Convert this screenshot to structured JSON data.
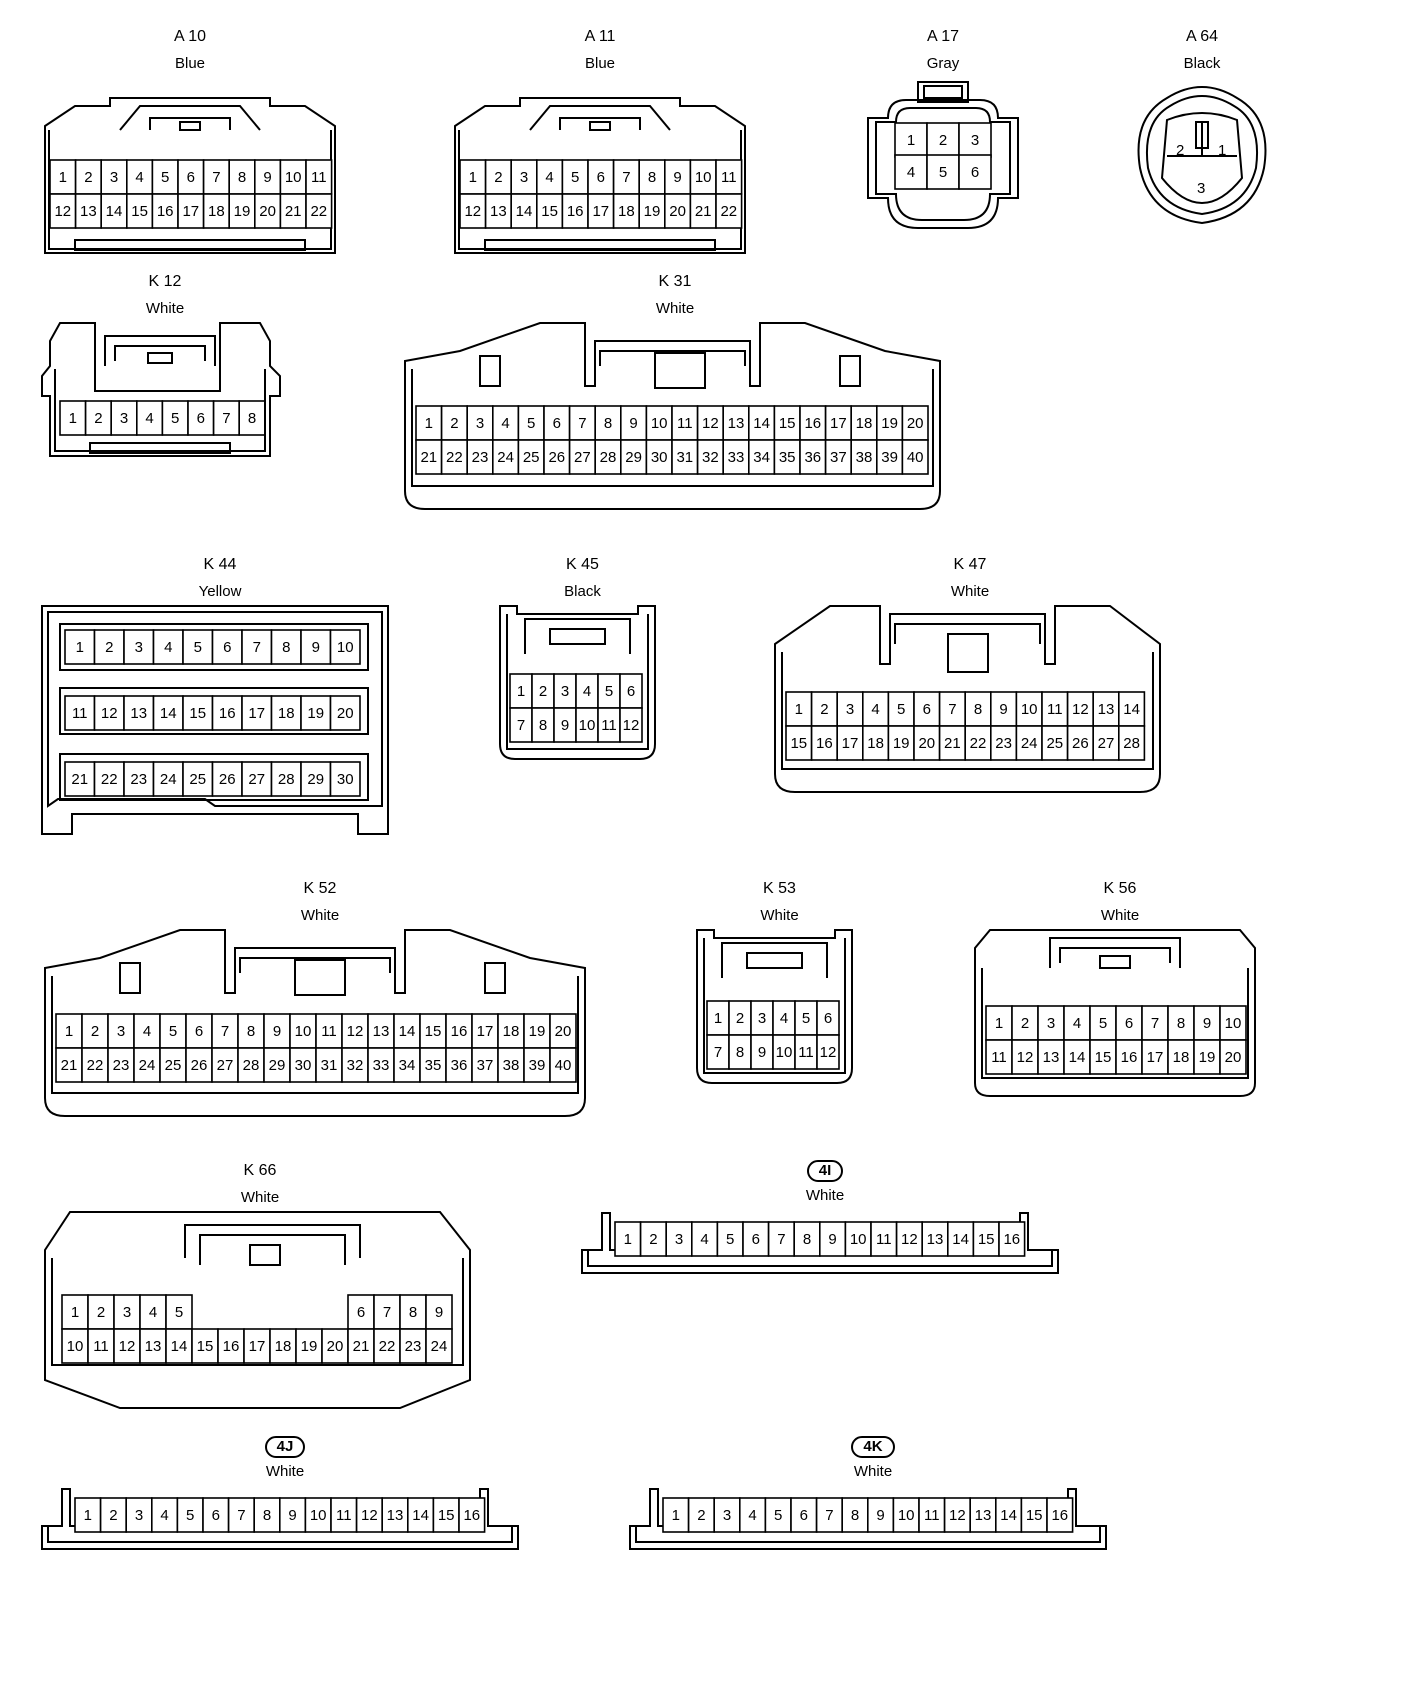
{
  "connectors": [
    {
      "id": "A 10",
      "color": "Blue",
      "rows": [
        [
          "1",
          "2",
          "3",
          "4",
          "5",
          "6",
          "7",
          "8",
          "9",
          "10",
          "11"
        ],
        [
          "12",
          "13",
          "14",
          "15",
          "16",
          "17",
          "18",
          "19",
          "20",
          "21",
          "22"
        ]
      ]
    },
    {
      "id": "A 11",
      "color": "Blue",
      "rows": [
        [
          "1",
          "2",
          "3",
          "4",
          "5",
          "6",
          "7",
          "8",
          "9",
          "10",
          "11"
        ],
        [
          "12",
          "13",
          "14",
          "15",
          "16",
          "17",
          "18",
          "19",
          "20",
          "21",
          "22"
        ]
      ]
    },
    {
      "id": "A 17",
      "color": "Gray",
      "rows": [
        [
          "1",
          "2",
          "3"
        ],
        [
          "4",
          "5",
          "6"
        ]
      ]
    },
    {
      "id": "A 64",
      "color": "Black",
      "rows": [
        [
          "2",
          "1"
        ],
        [
          "3"
        ]
      ]
    },
    {
      "id": "K 12",
      "color": "White",
      "rows": [
        [
          "1",
          "2",
          "3",
          "4",
          "5",
          "6",
          "7",
          "8"
        ]
      ]
    },
    {
      "id": "K 31",
      "color": "White",
      "rows": [
        [
          "1",
          "2",
          "3",
          "4",
          "5",
          "6",
          "7",
          "8",
          "9",
          "10",
          "11",
          "12",
          "13",
          "14",
          "15",
          "16",
          "17",
          "18",
          "19",
          "20"
        ],
        [
          "21",
          "22",
          "23",
          "24",
          "25",
          "26",
          "27",
          "28",
          "29",
          "30",
          "31",
          "32",
          "33",
          "34",
          "35",
          "36",
          "37",
          "38",
          "39",
          "40"
        ]
      ]
    },
    {
      "id": "K 44",
      "color": "Yellow",
      "rows": [
        [
          "1",
          "2",
          "3",
          "4",
          "5",
          "6",
          "7",
          "8",
          "9",
          "10"
        ],
        [
          "11",
          "12",
          "13",
          "14",
          "15",
          "16",
          "17",
          "18",
          "19",
          "20"
        ],
        [
          "21",
          "22",
          "23",
          "24",
          "25",
          "26",
          "27",
          "28",
          "29",
          "30"
        ]
      ]
    },
    {
      "id": "K 45",
      "color": "Black",
      "rows": [
        [
          "1",
          "2",
          "3",
          "4",
          "5",
          "6"
        ],
        [
          "7",
          "8",
          "9",
          "10",
          "11",
          "12"
        ]
      ]
    },
    {
      "id": "K 47",
      "color": "White",
      "rows": [
        [
          "1",
          "2",
          "3",
          "4",
          "5",
          "6",
          "7",
          "8",
          "9",
          "10",
          "11",
          "12",
          "13",
          "14"
        ],
        [
          "15",
          "16",
          "17",
          "18",
          "19",
          "20",
          "21",
          "22",
          "23",
          "24",
          "25",
          "26",
          "27",
          "28"
        ]
      ]
    },
    {
      "id": "K 52",
      "color": "White",
      "rows": [
        [
          "1",
          "2",
          "3",
          "4",
          "5",
          "6",
          "7",
          "8",
          "9",
          "10",
          "11",
          "12",
          "13",
          "14",
          "15",
          "16",
          "17",
          "18",
          "19",
          "20"
        ],
        [
          "21",
          "22",
          "23",
          "24",
          "25",
          "26",
          "27",
          "28",
          "29",
          "30",
          "31",
          "32",
          "33",
          "34",
          "35",
          "36",
          "37",
          "38",
          "39",
          "40"
        ]
      ]
    },
    {
      "id": "K 53",
      "color": "White",
      "rows": [
        [
          "1",
          "2",
          "3",
          "4",
          "5",
          "6"
        ],
        [
          "7",
          "8",
          "9",
          "10",
          "11",
          "12"
        ]
      ]
    },
    {
      "id": "K 56",
      "color": "White",
      "rows": [
        [
          "1",
          "2",
          "3",
          "4",
          "5",
          "6",
          "7",
          "8",
          "9",
          "10"
        ],
        [
          "11",
          "12",
          "13",
          "14",
          "15",
          "16",
          "17",
          "18",
          "19",
          "20"
        ]
      ]
    },
    {
      "id": "K 66",
      "color": "White",
      "rows": [
        [
          "1",
          "2",
          "3",
          "4",
          "5",
          "",
          "",
          "",
          "",
          "",
          "",
          "6",
          "7",
          "8",
          "9"
        ],
        [
          "10",
          "11",
          "12",
          "13",
          "14",
          "15",
          "16",
          "17",
          "18",
          "19",
          "20",
          "21",
          "22",
          "23",
          "24"
        ]
      ]
    },
    {
      "id": "4I",
      "color": "White",
      "rows": [
        [
          "1",
          "2",
          "3",
          "4",
          "5",
          "6",
          "7",
          "8",
          "9",
          "10",
          "11",
          "12",
          "13",
          "14",
          "15",
          "16"
        ]
      ]
    },
    {
      "id": "4J",
      "color": "White",
      "rows": [
        [
          "1",
          "2",
          "3",
          "4",
          "5",
          "6",
          "7",
          "8",
          "9",
          "10",
          "11",
          "12",
          "13",
          "14",
          "15",
          "16"
        ]
      ]
    },
    {
      "id": "4K",
      "color": "White",
      "rows": [
        [
          "1",
          "2",
          "3",
          "4",
          "5",
          "6",
          "7",
          "8",
          "9",
          "10",
          "11",
          "12",
          "13",
          "14",
          "15",
          "16"
        ]
      ]
    }
  ]
}
